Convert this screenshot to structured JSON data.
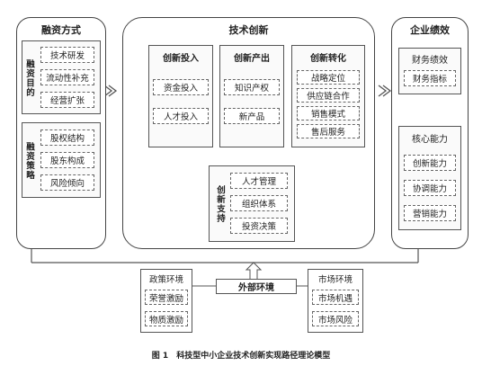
{
  "financing": {
    "title": "融资方式",
    "purpose": {
      "label": "融资目的",
      "items": [
        "技术研发",
        "流动性补充",
        "经营扩张"
      ]
    },
    "strategy": {
      "label": "融资策略",
      "items": [
        "股权结构",
        "股东构成",
        "风险倾向"
      ]
    }
  },
  "innovation": {
    "title": "技术创新",
    "input": {
      "title": "创新投入",
      "items": [
        "资金投入",
        "人才投入"
      ]
    },
    "output": {
      "title": "创新产出",
      "items": [
        "知识产权",
        "新产品"
      ]
    },
    "transform": {
      "title": "创新转化",
      "items": [
        "战略定位",
        "供应链合作",
        "销售模式",
        "售后服务"
      ]
    },
    "support": {
      "label": "创新支持",
      "items": [
        "人才管理",
        "组织体系",
        "投资决策"
      ]
    }
  },
  "performance": {
    "title": "企业绩效",
    "finance": {
      "title": "财务绩效",
      "items": [
        "财务指标"
      ]
    },
    "core": {
      "title": "核心能力",
      "items": [
        "创新能力",
        "协调能力",
        "营销能力"
      ]
    }
  },
  "external": {
    "label": "外部环境",
    "policy": {
      "title": "政策环境",
      "items": [
        "荣誉激励",
        "物质激励"
      ]
    },
    "market": {
      "title": "市场环境",
      "items": [
        "市场机遇",
        "市场风险"
      ]
    }
  },
  "caption": "图 1　科技型中小企业技术创新实现路径理论模型"
}
